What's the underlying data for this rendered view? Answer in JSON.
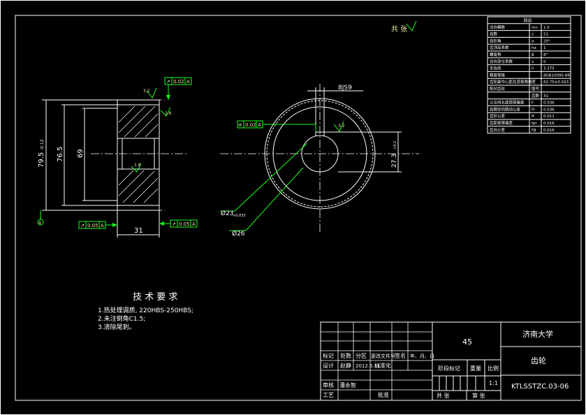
{
  "drawing": {
    "total_sheets_label": "共 张",
    "front_view": {
      "dim_outer": "79.5",
      "dim_outer_tol": "-0.12",
      "dim_root": "76.5",
      "dim_hub": "69",
      "dim_width": "31",
      "roughness_face": "3.2",
      "roughness_side": "1.6",
      "roughness_bore": "1.6",
      "datum": "A",
      "tolerance_top": [
        "↗",
        "0.02",
        "A"
      ],
      "tolerance_left": [
        "↗",
        "0.05",
        "A"
      ],
      "tolerance_right": [
        "↗",
        "0.05",
        "A"
      ]
    },
    "side_view": {
      "dim_keyway": "8JS9",
      "dim_key_depth": "27.3",
      "dim_key_depth_tol": "+0.2",
      "dim_bore": "Ø23",
      "dim_bore_tol": "+0.033",
      "dim_hub": "Ø26",
      "roughness_key": "3.2",
      "tolerance_key": [
        "≡",
        "0.02",
        "A"
      ]
    },
    "tech_requirements": {
      "title": "技 术 要 求",
      "items": [
        "1.热处理调质, 220HBS-250HBS;",
        "2.未注倒角C1.5;",
        "3.清除尾刺。"
      ]
    }
  },
  "param_table": {
    "header": "斜齿",
    "rows": [
      [
        "法向模数",
        "mn",
        "1.5"
      ],
      [
        "齿数",
        "z",
        "51"
      ],
      [
        "齿形角",
        "α",
        "20°"
      ],
      [
        "齿顶高系数",
        "ha",
        "1"
      ],
      [
        "螺旋角",
        "β",
        "8°"
      ],
      [
        "径向变位系数",
        "x",
        "0"
      ],
      [
        "全齿高",
        "h",
        "3.375"
      ],
      [
        "精度等级",
        "",
        "8GB10095-88"
      ],
      [
        "齿轮副中心距及其极限偏差",
        "",
        "62.75±0.023"
      ],
      [
        "配对齿轮",
        "图号",
        ""
      ],
      [
        "",
        "齿数",
        "31"
      ],
      [
        "公法线长度极限偏差",
        "F",
        "0.036"
      ],
      [
        "齿圈径向跳动公差",
        "Fr",
        "0.036"
      ],
      [
        "齿形公差",
        "ff",
        "0.011"
      ],
      [
        "齿距极限偏差",
        "fpt",
        "0.016"
      ],
      [
        "齿向公差",
        "Fβ",
        "0.016"
      ]
    ]
  },
  "title_block": {
    "material": "45",
    "university": "济南大学",
    "part_name": "齿轮",
    "drawing_no": "KTLSSTZC.03-06",
    "scale": "1:1",
    "headers": [
      "标记",
      "处数",
      "分区",
      "更改文件号",
      "签名",
      "年、月、日"
    ],
    "design_label": "设计",
    "designer": "赵静",
    "date": "2012.6.11",
    "standardize_label": "标准化",
    "review_label": "审核",
    "reviewer": "潘永智",
    "process_label": "工艺",
    "approve_label": "批准",
    "stage_label": "阶段标记",
    "weight_label": "重量",
    "scale_label": "比例",
    "sheets_total": "共 张",
    "sheet_no": "第 张"
  }
}
